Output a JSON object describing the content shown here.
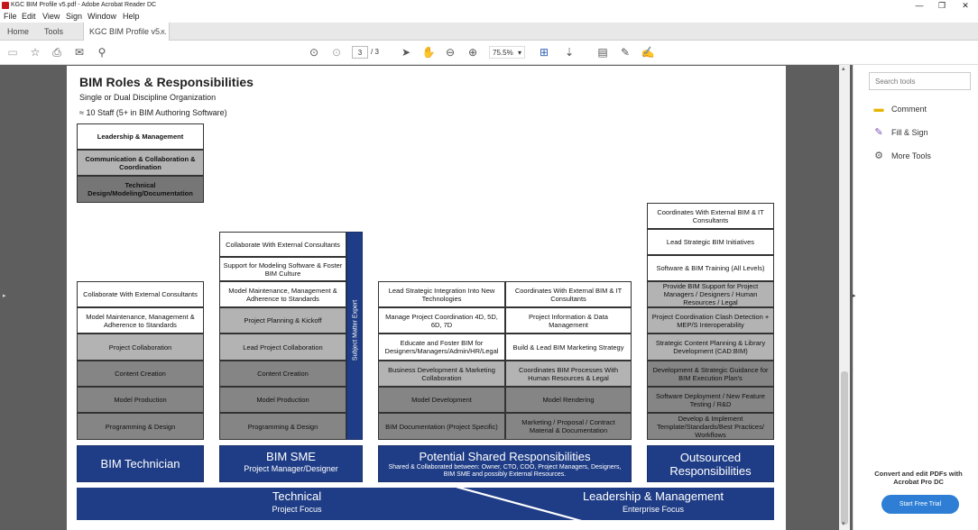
{
  "window": {
    "title": "KGC BIM Profile v5.pdf - Adobe Acrobat Reader DC",
    "minimize": "—",
    "maximize": "❐",
    "close": "✕"
  },
  "menu": [
    "File",
    "Edit",
    "View",
    "Sign",
    "Window",
    "Help"
  ],
  "tabs": {
    "home": "Home",
    "tools": "Tools",
    "doc": "KGC BIM Profile v5...",
    "close": "×"
  },
  "toolbar": {
    "page_current": "3",
    "page_total": "/ 3",
    "zoom": "75.5%"
  },
  "right_pane": {
    "search_placeholder": "Search tools",
    "tools": [
      "Comment",
      "Fill & Sign",
      "More Tools"
    ],
    "promo_title": "Convert and edit PDFs with Acrobat Pro DC",
    "promo_button": "Start Free Trial"
  },
  "slide": {
    "title": "BIM Roles & Responsibilities",
    "subtitle1": "Single or Dual Discipline Organization",
    "subtitle2": "≈ 10 Staff (5+ in BIM Authoring Software)",
    "legend": [
      "Leadership & Management",
      "Communication & Collaboration & Coordination",
      "Technical Design/Modeling/Documentation"
    ],
    "col_tech": [
      "Collaborate With External Consultants",
      "Model Maintenance, Management & Adherence to Standards",
      "Project Collaboration",
      "Content Creation",
      "Model Production",
      "Programming & Design"
    ],
    "col_sme": [
      "Collaborate With External Consultants",
      "Support for Modeling Software & Foster BIM Culture",
      "Model Maintenance, Management & Adherence to Standards",
      "Project Planning & Kickoff",
      "Lead Project Collaboration",
      "Content Creation",
      "Model Production",
      "Programming & Design"
    ],
    "sme_vertical": "Subject Matter Expert",
    "col_shared_left": [
      "Lead Strategic Integration Into New Technologies",
      "Manage Project Coordination 4D, 5D, 6D, 7D",
      "Educate and Foster BIM for Designers/Managers/Admin/HR/Legal",
      "Business Development & Marketing Collaboration",
      "Model Development",
      "BIM Documentation (Project Specific)"
    ],
    "col_shared_right": [
      "Coordinates With External BIM & IT Consultants",
      "Project Information & Data Management",
      "Build & Lead BIM Marketing Strategy",
      "Coordinates BIM Processes With Human Resources & Legal",
      "Model Rendering",
      "Marketing / Proposal / Contract Material & Documentation"
    ],
    "col_out": [
      "Coordinates With External BIM & IT Consultants",
      "Lead Strategic BIM Initiatives",
      "Software & BIM Training (All Levels)",
      "Provide BIM Support for Project Managers / Designers / Human Resources / Legal",
      "Project Coordination Clash Detection + MEP/S Interoperability",
      "Strategic Content Planning & Library Development (CAD:BIM)",
      "Development & Strategic Guidance for BIM Execution Plan's",
      "Software Deployment / New Feature Testing / R&D",
      "Develop & Implement Template/Standards/Best Practices/ Workflows"
    ],
    "hd_tech": "BIM Technician",
    "hd_sme": "BIM SME",
    "hd_sme_sub": "Project Manager/Designer",
    "hd_shared": "Potential Shared Responsibilities",
    "hd_shared_sub": "Shared & Collaborated between: Owner, CTO, COO, Project Managers, Designers, BIM SME and possibly External Resources.",
    "hd_out": "Outsourced Responsibilities",
    "bar_left": "Technical",
    "bar_left_sub": "Project Focus",
    "bar_right": "Leadership & Management",
    "bar_right_sub": "Enterprise Focus"
  }
}
